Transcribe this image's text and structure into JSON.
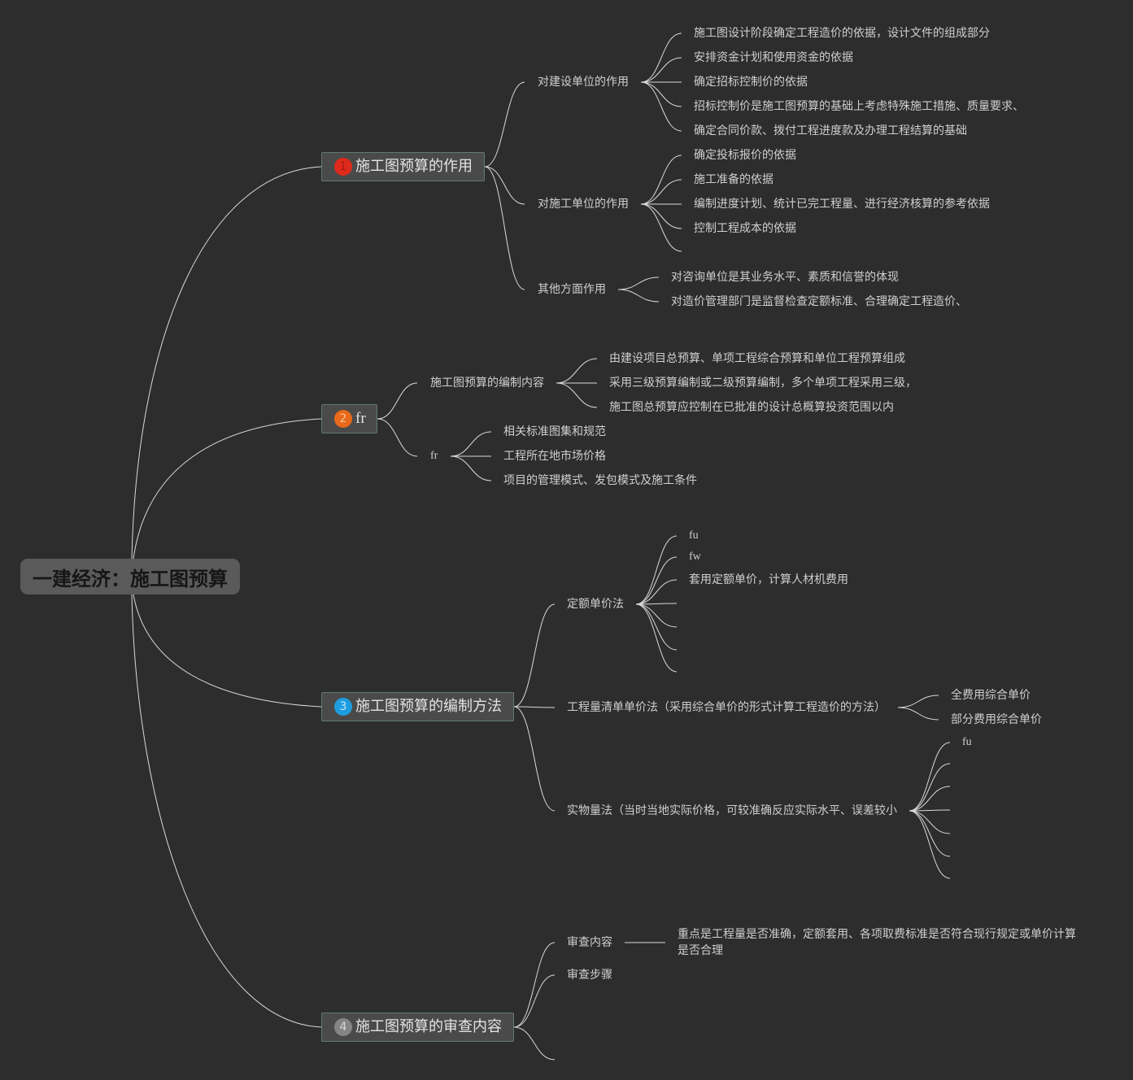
{
  "root": {
    "title": "一建经济：施工图预算"
  },
  "branches": [
    {
      "marker": {
        "label": "1",
        "fill": "#dd2a1b",
        "color": "#a8190e"
      },
      "title": "施工图预算的作用",
      "topics": [
        {
          "title": "对建设单位的作用",
          "subtopics": [
            "施工图设计阶段确定工程造价的依据，设计文件的组成部分",
            "安排资金计划和使用资金的依据",
            "确定招标控制价的依据",
            "招标控制价是施工图预算的基础上考虑特殊施工措施、质量要求、",
            "确定合同价款、拨付工程进度款及办理工程结算的基础"
          ]
        },
        {
          "title": "对施工单位的作用",
          "subtopics": [
            "确定投标报价的依据",
            "施工准备的依据",
            "编制进度计划、统计已完工程量、进行经济核算的参考依据",
            "控制工程成本的依据"
          ]
        },
        {
          "title": "其他方面作用",
          "subtopics": [
            "对咨询单位是其业务水平、素质和信誉的体现",
            "对造价管理部门是监督检查定额标准、合理确定工程造价、"
          ]
        }
      ]
    },
    {
      "marker": {
        "label": "2",
        "fill": "#e8691a",
        "color": "#f6c39a"
      },
      "title": "fr",
      "topics": [
        {
          "title": "施工图预算的编制内容",
          "subtopics": [
            "由建设项目总预算、单项工程综合预算和单位工程预算组成",
            "采用三级预算编制或二级预算编制，多个单项工程采用三级，",
            "施工图总预算应控制在已批准的设计总概算投资范围以内"
          ]
        },
        {
          "title": "fr",
          "subtopics": [
            "相关标准图集和规范",
            "工程所在地市场价格",
            "项目的管理模式、发包模式及施工条件"
          ]
        }
      ]
    },
    {
      "marker": {
        "label": "3",
        "fill": "#1c9de0",
        "color": "#bfe5f9"
      },
      "title": "施工图预算的编制方法",
      "topics": [
        {
          "title": "定额单价法",
          "subtopics": [
            "fu",
            "fw",
            "套用定额单价，计算人材机费用"
          ]
        },
        {
          "title": "工程量清单单价法（采用综合单价的形式计算工程造价的方法）",
          "subtopics": [
            "全费用综合单价",
            "部分费用综合单价"
          ]
        },
        {
          "title": "实物量法（当时当地实际价格，可较准确反应实际水平、误差较小",
          "subtopics": [
            "fu"
          ]
        }
      ]
    },
    {
      "marker": {
        "label": "4",
        "fill": "#858585",
        "color": "#d6d6d6"
      },
      "title": "施工图预算的审查内容",
      "topics": [
        {
          "title": "审查内容",
          "subtopics": [
            "重点是工程量是否准确，定额套用、各项取费标准是否符合现行规定或单价计算是否合理"
          ]
        },
        {
          "title": "审查步骤"
        }
      ]
    }
  ],
  "colors": {
    "background": "#2d2d2d",
    "connector": "#d9d9d9",
    "root_fill": "#5a5a5a",
    "branch_fill": "#4a4a4a",
    "branch_border": "#63796e",
    "topic_text": "#cfcfcf"
  }
}
